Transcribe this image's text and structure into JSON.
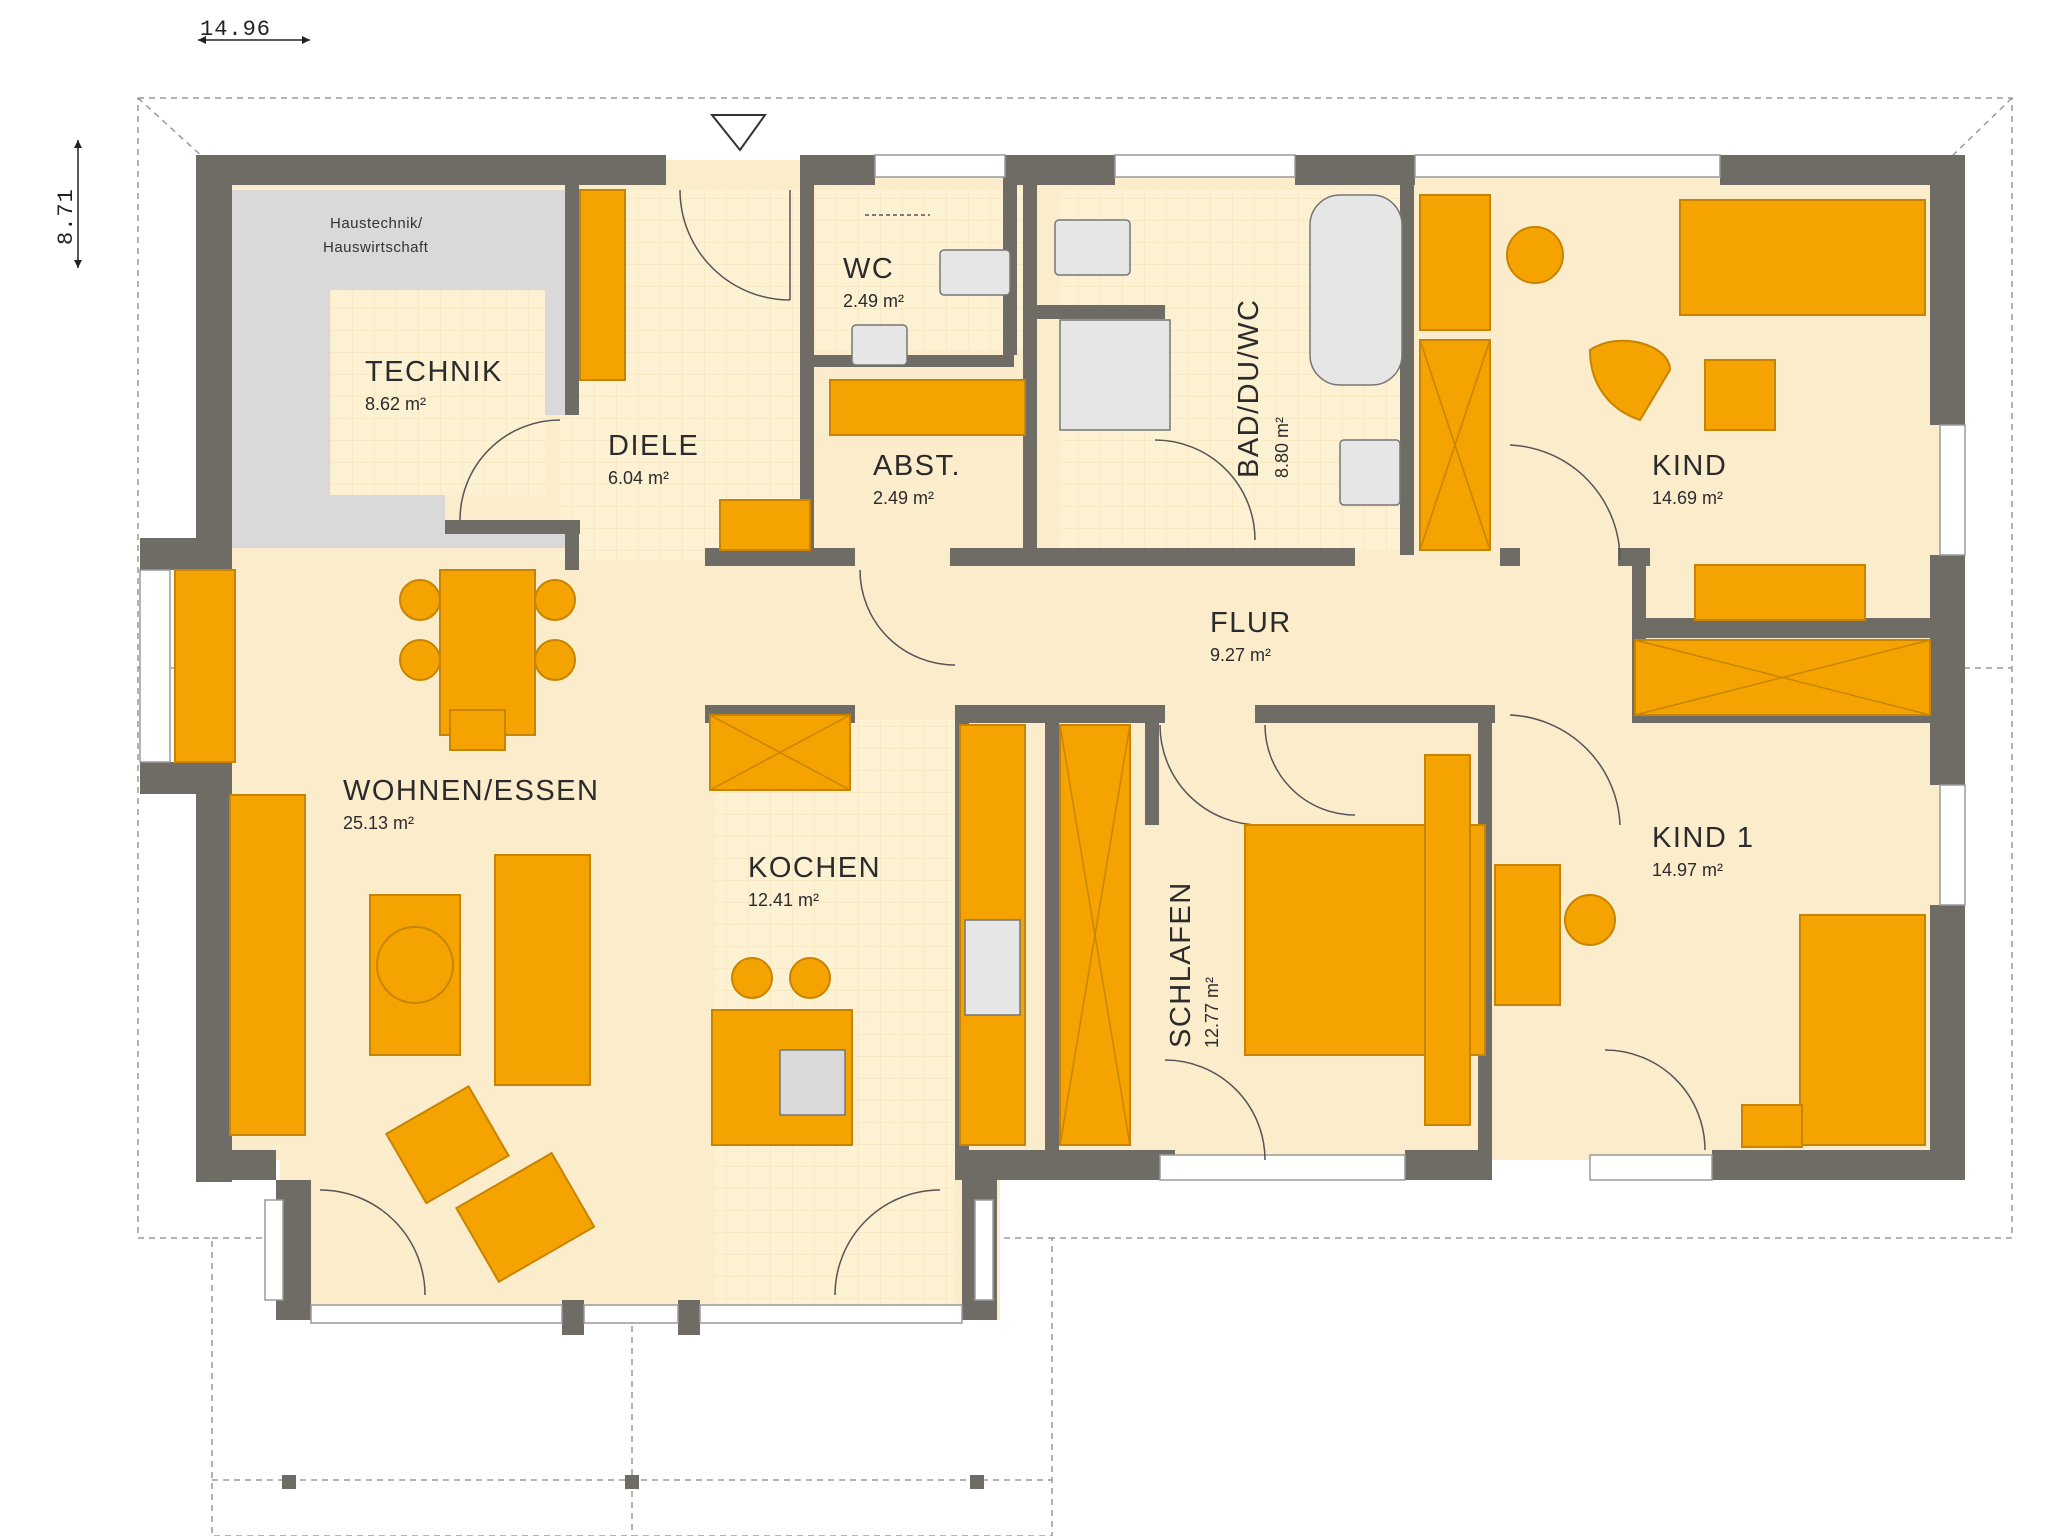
{
  "colors": {
    "wall": "#6f6c66",
    "floor": "#fbeccb",
    "tile_floor": "#fdf3d9",
    "technik_block": "#d9d9d9",
    "furniture": "#f5a300",
    "furniture_stroke": "#c88400",
    "window": "#ffffff",
    "dashed": "#8a8a8a"
  },
  "dimensions": {
    "width": "14.96",
    "depth": "8.71"
  },
  "rooms": {
    "technik_sub": {
      "line1": "Haustechnik/",
      "line2": "Hauswirtschaft"
    },
    "technik": {
      "name": "TECHNIK",
      "area": "8.62 m²"
    },
    "diele": {
      "name": "DIELE",
      "area": "6.04 m²"
    },
    "wc": {
      "name": "WC",
      "area": "2.49 m²"
    },
    "abst": {
      "name": "ABST.",
      "area": "2.49 m²"
    },
    "bad": {
      "name": "BAD/DU/WC",
      "area": "8.80 m²"
    },
    "kind": {
      "name": "KIND",
      "area": "14.69 m²"
    },
    "flur": {
      "name": "FLUR",
      "area": "9.27 m²"
    },
    "wohnen": {
      "name": "WOHNEN/ESSEN",
      "area": "25.13 m²"
    },
    "kochen": {
      "name": "KOCHEN",
      "area": "12.41 m²"
    },
    "schlafen": {
      "name": "SCHLAFEN",
      "area": "12.77 m²"
    },
    "kind1": {
      "name": "KIND 1",
      "area": "14.97 m²"
    }
  }
}
